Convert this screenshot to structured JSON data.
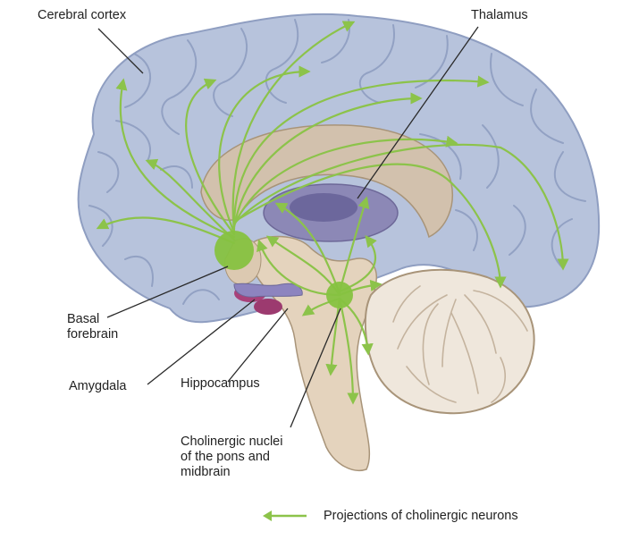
{
  "labels": {
    "cerebral_cortex": "Cerebral cortex",
    "thalamus": "Thalamus",
    "basal_forebrain": [
      "Basal",
      "forebrain"
    ],
    "amygdala": "Amygdala",
    "hippocampus": "Hippocampus",
    "cholinergic_nuclei": [
      "Cholinergic nuclei",
      "of the pons and",
      "midbrain"
    ]
  },
  "legend": {
    "text": "Projections of cholinergic neurons",
    "arrow_icon": "green-arrow-icon"
  },
  "colors": {
    "cortex_fill": "#b7c3dc",
    "cortex_stroke": "#8f9ec1",
    "projection_green": "#8cc34a",
    "nucleus_green": "#86c240",
    "corpus_callosum": "#d2c1ad",
    "thalamus": "#7d78a9",
    "brainstem": "#e4d3bd",
    "cerebellum": "#efe7dc",
    "limbic": "#a8417a",
    "leader_line": "#2a2a2a",
    "label_text": "#222222"
  }
}
